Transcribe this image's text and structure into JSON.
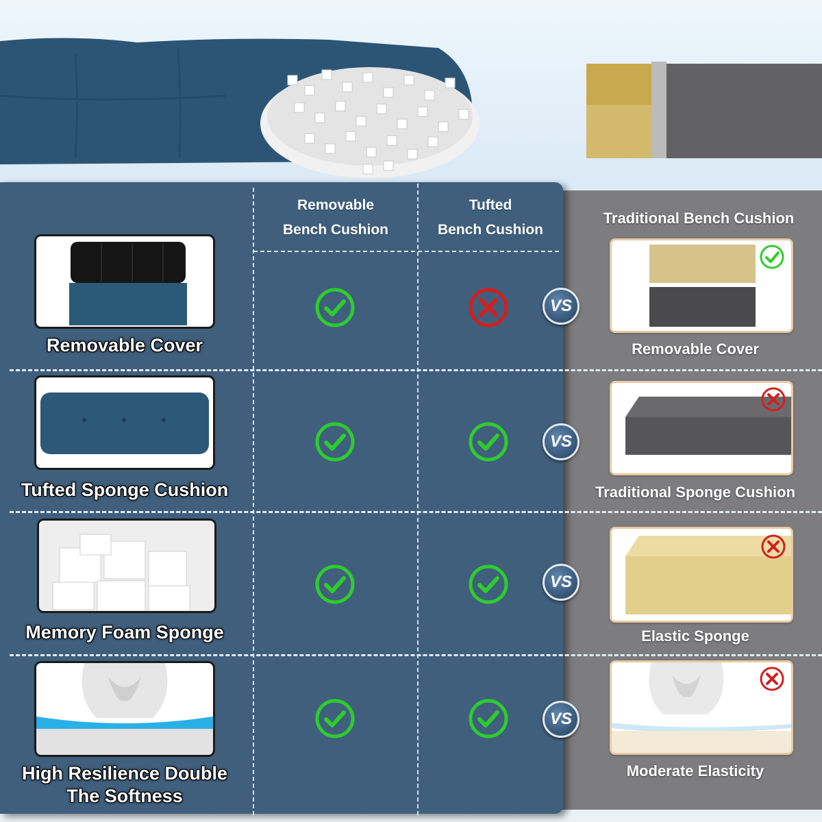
{
  "columns": {
    "removable": [
      "Removable",
      "Bench Cushion"
    ],
    "tufted": [
      "Tufted",
      "Bench Cushion"
    ],
    "traditional": "Traditional Bench Cushion"
  },
  "vs_label": "VS",
  "rows": [
    {
      "feature": [
        "Removable Cover"
      ],
      "removable": "check",
      "tufted": "cross",
      "traditional_label": "Removable Cover",
      "traditional": "check"
    },
    {
      "feature": [
        "Tufted Sponge Cushion"
      ],
      "removable": "check",
      "tufted": "check",
      "traditional_label": "Traditional Sponge Cushion",
      "traditional": "cross"
    },
    {
      "feature": [
        "Memory Foam Sponge"
      ],
      "removable": "check",
      "tufted": "check",
      "traditional_label": "Elastic Sponge",
      "traditional": "cross"
    },
    {
      "feature": [
        "High Resilience Double",
        "The Softness"
      ],
      "removable": "check",
      "tufted": "check",
      "traditional_label": "Moderate Elasticity",
      "traditional": "cross"
    }
  ],
  "colors": {
    "panel_blue": "#3f5f7d",
    "panel_grey": "#7d7d7f",
    "check": "#2ecc2e",
    "cross": "#d21f1f"
  },
  "icons": {
    "check": "check-circle-icon",
    "cross": "cross-circle-icon",
    "vs": "vs-badge-icon"
  }
}
